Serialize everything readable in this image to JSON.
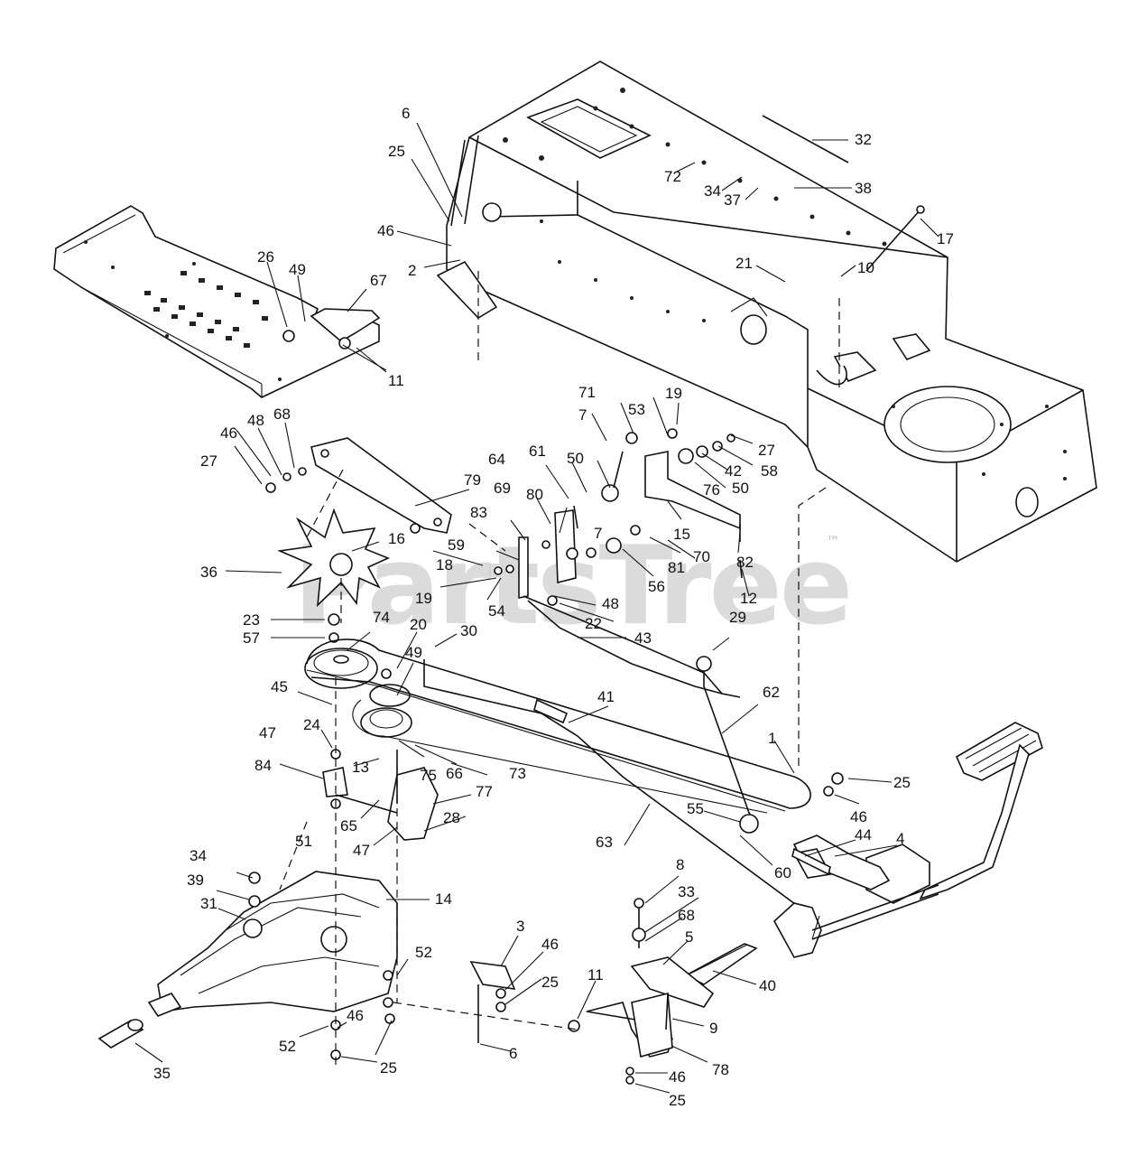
{
  "watermark": {
    "text": "PartsTree",
    "trademark": "™"
  },
  "callouts": [
    "6",
    "25",
    "46",
    "2",
    "32",
    "72",
    "34",
    "37",
    "38",
    "17",
    "21",
    "10",
    "26",
    "49",
    "67",
    "11",
    "71",
    "7",
    "53",
    "19",
    "27",
    "58",
    "42",
    "50",
    "76",
    "46",
    "48",
    "68",
    "27",
    "79",
    "64",
    "61",
    "50",
    "15",
    "82",
    "70",
    "81",
    "56",
    "69",
    "80",
    "83",
    "59",
    "18",
    "7",
    "16",
    "36",
    "19",
    "54",
    "48",
    "22",
    "12",
    "23",
    "57",
    "74",
    "20",
    "30",
    "43",
    "29",
    "62",
    "49",
    "45",
    "24",
    "41",
    "47",
    "84",
    "13",
    "75",
    "66",
    "73",
    "1",
    "25",
    "46",
    "77",
    "28",
    "65",
    "47",
    "51",
    "55",
    "60",
    "44",
    "4",
    "63",
    "34",
    "39",
    "31",
    "14",
    "8",
    "33",
    "68",
    "5",
    "3",
    "46",
    "25",
    "40",
    "52",
    "46",
    "11",
    "9",
    "52",
    "25",
    "6",
    "78",
    "46",
    "25",
    "35"
  ]
}
